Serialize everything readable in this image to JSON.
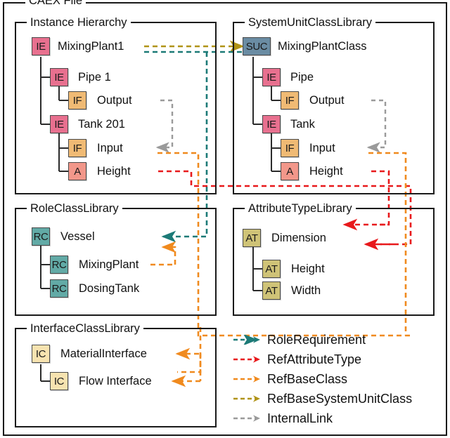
{
  "diagram": {
    "title": "CAEX File",
    "groups": [
      {
        "id": "instance-hierarchy",
        "title": "Instance Hierarchy"
      },
      {
        "id": "system-unit-class-library",
        "title": "SystemUnitClassLibrary"
      },
      {
        "id": "role-class-library",
        "title": "RoleClassLibrary"
      },
      {
        "id": "attribute-type-library",
        "title": "AttributeTypeLibrary"
      },
      {
        "id": "interface-class-library",
        "title": "InterfaceClassLibrary"
      }
    ],
    "nodes": {
      "instance_hierarchy": [
        {
          "badge": "IE",
          "label": "MixingPlant1",
          "kind": "ie"
        },
        {
          "badge": "IE",
          "label": "Pipe 1",
          "kind": "ie"
        },
        {
          "badge": "IF",
          "label": "Output",
          "kind": "if"
        },
        {
          "badge": "IE",
          "label": "Tank 201",
          "kind": "ie"
        },
        {
          "badge": "IF",
          "label": "Input",
          "kind": "if"
        },
        {
          "badge": "A",
          "label": "Height",
          "kind": "a"
        }
      ],
      "system_unit_class_library": [
        {
          "badge": "SUC",
          "label": "MixingPlantClass",
          "kind": "suc"
        },
        {
          "badge": "IE",
          "label": "Pipe",
          "kind": "ie"
        },
        {
          "badge": "IF",
          "label": "Output",
          "kind": "if"
        },
        {
          "badge": "IE",
          "label": "Tank",
          "kind": "ie"
        },
        {
          "badge": "IF",
          "label": "Input",
          "kind": "if"
        },
        {
          "badge": "A",
          "label": "Height",
          "kind": "a"
        }
      ],
      "role_class_library": [
        {
          "badge": "RC",
          "label": "Vessel",
          "kind": "rc"
        },
        {
          "badge": "RC",
          "label": "MixingPlant",
          "kind": "rc"
        },
        {
          "badge": "RC",
          "label": "DosingTank",
          "kind": "rc"
        }
      ],
      "attribute_type_library": [
        {
          "badge": "AT",
          "label": "Dimension",
          "kind": "at"
        },
        {
          "badge": "AT",
          "label": "Height",
          "kind": "at"
        },
        {
          "badge": "AT",
          "label": "Width",
          "kind": "at"
        }
      ],
      "interface_class_library": [
        {
          "badge": "IC",
          "label": "MaterialInterface",
          "kind": "ic"
        },
        {
          "badge": "IC",
          "label": "Flow Interface",
          "kind": "ic"
        }
      ]
    },
    "legend": [
      {
        "label": "RoleRequirement",
        "color": "#1c7a77"
      },
      {
        "label": "RefAttributeType",
        "color": "#e8191c"
      },
      {
        "label": "RefBaseClass",
        "color": "#f08a1e"
      },
      {
        "label": "RefBaseSystemUnitClass",
        "color": "#b09316"
      },
      {
        "label": "InternalLink",
        "color": "#9a9a9a"
      }
    ],
    "colors": {
      "ie": "#e8708f",
      "if": "#f0ba74",
      "a": "#f2978a",
      "suc": "#6a8ca3",
      "rc": "#62aaa6",
      "at": "#cfc377",
      "ic": "#f7e3b0",
      "outline": "#4a4a4a",
      "frame": "#1a1a1a",
      "role_requirement": "#1c7a77",
      "ref_attribute_type": "#e8191c",
      "ref_base_class": "#f08a1e",
      "ref_base_system_unit_class": "#b09316",
      "internal_link": "#9a9a9a"
    }
  }
}
